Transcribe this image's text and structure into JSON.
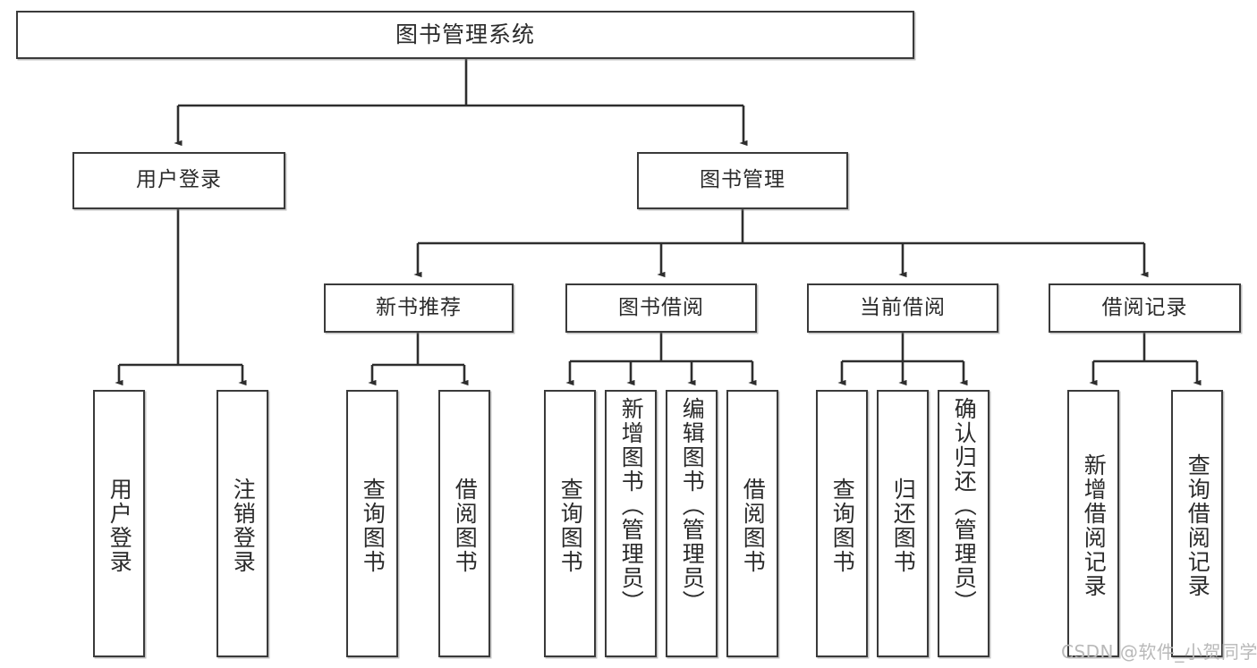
{
  "diagram": {
    "title": "图书管理系统",
    "type": "功能结构图",
    "watermark": "CSDN @软件_小贺同学",
    "colors": {
      "box_border": "#3a3a3a",
      "box_fill": "#ffffff",
      "edge": "#2e2e2e",
      "text": "#2b2b2b",
      "watermark": "#b9b9b9",
      "background": "#ffffff"
    },
    "root": {
      "label": "图书管理系统"
    },
    "level2": [
      {
        "label": "用户登录"
      },
      {
        "label": "图书管理"
      }
    ],
    "level3": [
      {
        "label": "新书推荐"
      },
      {
        "label": "图书借阅"
      },
      {
        "label": "当前借阅"
      },
      {
        "label": "借阅记录"
      }
    ],
    "leaves": {
      "user_login": [
        {
          "label": "用户登录"
        },
        {
          "label": "注销登录"
        }
      ],
      "new_book": [
        {
          "label": "查询图书"
        },
        {
          "label": "借阅图书"
        }
      ],
      "borrow": [
        {
          "label": "查询图书"
        },
        {
          "label": "新增图书（管理员）"
        },
        {
          "label": "编辑图书（管理员）"
        },
        {
          "label": "借阅图书"
        }
      ],
      "current": [
        {
          "label": "查询图书"
        },
        {
          "label": "归还图书"
        },
        {
          "label": "确认归还（管理员）"
        }
      ],
      "records": [
        {
          "label": "新增借阅记录"
        },
        {
          "label": "查询借阅记录"
        }
      ]
    }
  },
  "chart_data": {
    "type": "tree",
    "title": "图书管理系统",
    "orientation": "top-down",
    "nodes": [
      {
        "id": "root",
        "label": "图书管理系统",
        "level": 0,
        "parent": null
      },
      {
        "id": "n1",
        "label": "用户登录",
        "level": 1,
        "parent": "root"
      },
      {
        "id": "n2",
        "label": "图书管理",
        "level": 1,
        "parent": "root"
      },
      {
        "id": "n1a",
        "label": "用户登录",
        "level": 2,
        "parent": "n1"
      },
      {
        "id": "n1b",
        "label": "注销登录",
        "level": 2,
        "parent": "n1"
      },
      {
        "id": "n2a",
        "label": "新书推荐",
        "level": 2,
        "parent": "n2"
      },
      {
        "id": "n2b",
        "label": "图书借阅",
        "level": 2,
        "parent": "n2"
      },
      {
        "id": "n2c",
        "label": "当前借阅",
        "level": 2,
        "parent": "n2"
      },
      {
        "id": "n2d",
        "label": "借阅记录",
        "level": 2,
        "parent": "n2"
      },
      {
        "id": "n2a1",
        "label": "查询图书",
        "level": 3,
        "parent": "n2a"
      },
      {
        "id": "n2a2",
        "label": "借阅图书",
        "level": 3,
        "parent": "n2a"
      },
      {
        "id": "n2b1",
        "label": "查询图书",
        "level": 3,
        "parent": "n2b"
      },
      {
        "id": "n2b2",
        "label": "新增图书（管理员）",
        "level": 3,
        "parent": "n2b"
      },
      {
        "id": "n2b3",
        "label": "编辑图书（管理员）",
        "level": 3,
        "parent": "n2b"
      },
      {
        "id": "n2b4",
        "label": "借阅图书",
        "level": 3,
        "parent": "n2b"
      },
      {
        "id": "n2c1",
        "label": "查询图书",
        "level": 3,
        "parent": "n2c"
      },
      {
        "id": "n2c2",
        "label": "归还图书",
        "level": 3,
        "parent": "n2c"
      },
      {
        "id": "n2c3",
        "label": "确认归还（管理员）",
        "level": 3,
        "parent": "n2c"
      },
      {
        "id": "n2d1",
        "label": "新增借阅记录",
        "level": 3,
        "parent": "n2d"
      },
      {
        "id": "n2d2",
        "label": "查询借阅记录",
        "level": 3,
        "parent": "n2d"
      }
    ]
  }
}
